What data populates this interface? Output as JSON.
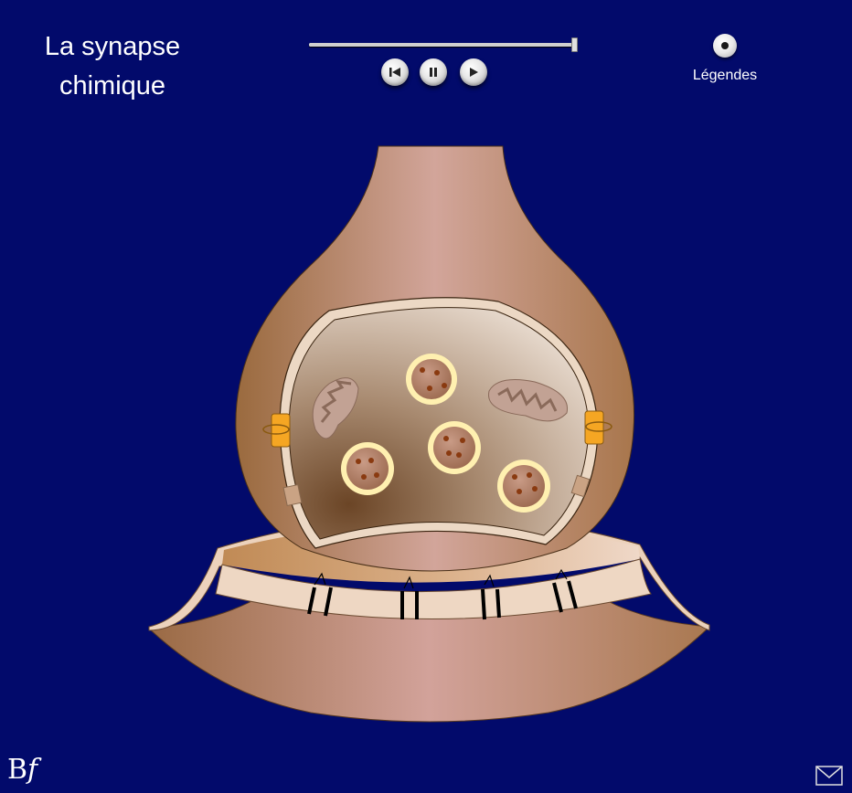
{
  "title": {
    "line1": "La synapse",
    "line2": "chimique"
  },
  "player": {
    "progress": 1.0,
    "buttons": [
      "restart",
      "pause",
      "play"
    ]
  },
  "legend": {
    "label": "Légendes",
    "enabled": true
  },
  "logo": {
    "letter": "B",
    "script": "f"
  },
  "colors": {
    "background": "#020a6b",
    "neuron": "#b8865c",
    "neuron_light": "#d6b096",
    "vesicle_ring": "#fff4b8",
    "channel": "#f5a623"
  },
  "icons": {
    "restart": "skip-back-icon",
    "pause": "pause-icon",
    "play": "play-icon",
    "mail": "envelope-icon"
  }
}
